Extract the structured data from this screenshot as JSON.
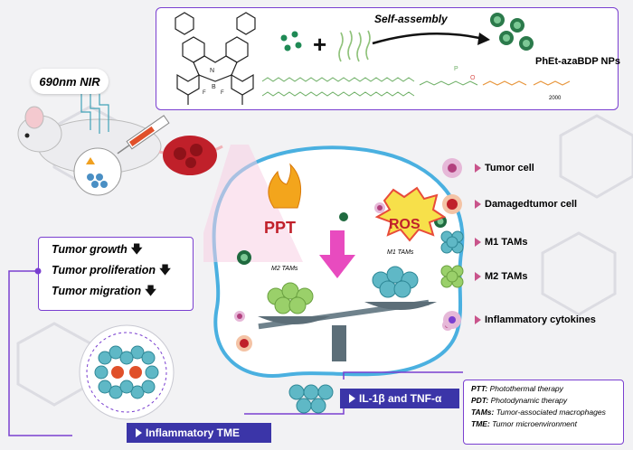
{
  "top_panel": {
    "self_assembly": "Self-assembly",
    "nanoparticles": "PhEt-azaBDP NPs",
    "pegn": "2000",
    "plus": "+"
  },
  "nir_label": "690nm NIR",
  "center": {
    "ppt": "PPT",
    "ros": "ROS",
    "m2_label": "M2 TAMs",
    "m1_label": "M1 TAMs"
  },
  "outcomes": [
    {
      "label": "Tumor growth"
    },
    {
      "label": "Tumor proliferation"
    },
    {
      "label": "Tumor migration"
    }
  ],
  "legend": [
    {
      "label": "Tumor cell"
    },
    {
      "label": "Damagedtumor cell"
    },
    {
      "label": "M1 TAMs"
    },
    {
      "label": "M2 TAMs"
    },
    {
      "label": "Inflammatory cytokines"
    }
  ],
  "cytokines": "IL-1β and TNF-α",
  "inflammatory_tme": "Inflammatory TME",
  "abbreviations": [
    {
      "key": "PTT:",
      "value": "Photothermal therapy"
    },
    {
      "key": "PDT:",
      "value": "Photodynamic therapy"
    },
    {
      "key": "TAMs:",
      "value": "Tumor-associated macrophages"
    },
    {
      "key": "TME:",
      "value": "Tumor microenvironment"
    }
  ],
  "colors": {
    "accent": "#7a3fd0",
    "tag": "#3b35a8",
    "blob": "#4ab0e0",
    "arrow": "#e84bbf"
  }
}
